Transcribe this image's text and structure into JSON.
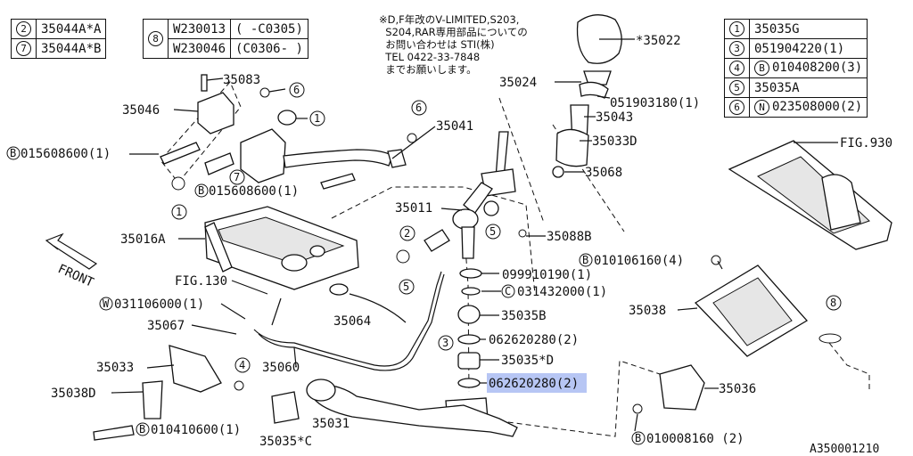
{
  "table_left": {
    "rows": [
      {
        "num": "2",
        "part": "35044A*A"
      },
      {
        "num": "7",
        "part": "35044A*B"
      }
    ]
  },
  "table_mid": {
    "num": "8",
    "rows": [
      {
        "part": "W230013",
        "range": "(   -C0305)"
      },
      {
        "part": "W230046",
        "range": "(C0306-   )"
      }
    ]
  },
  "table_right": {
    "rows": [
      {
        "num": "1",
        "prefix": "",
        "part": "35035G"
      },
      {
        "num": "3",
        "prefix": "",
        "part": "051904220(1)"
      },
      {
        "num": "4",
        "prefix": "B",
        "part": "010408200(3)"
      },
      {
        "num": "5",
        "prefix": "",
        "part": "35035A"
      },
      {
        "num": "6",
        "prefix": "N",
        "part": "023508000(2)"
      }
    ]
  },
  "note": {
    "lines": [
      "※D,F年改のV-LIMITED,S203,",
      "  S204,RAR専用部品についての",
      "  お問い合わせは STI(株)",
      "  TEL 0422-33-7848",
      "  までお願いします。"
    ]
  },
  "front_label": "FRONT",
  "diagram_id": "A350001210",
  "callouts": {
    "c35083": "35083",
    "c35046": "35046",
    "c35041": "35041",
    "c015608600a": "015608600(1)",
    "c015608600b": "015608600(1)",
    "c35011": "35011",
    "c35016A": "35016A",
    "cFIG130": "FIG.130",
    "c031106000": "031106000(1)",
    "c35067": "35067",
    "c35033": "35033",
    "c35038D": "35038D",
    "c010410600": "010410600(1)",
    "c35035C": "35035*C",
    "c35060": "35060",
    "c35031": "35031",
    "c35064": "35064",
    "c35022": "*35022",
    "c35024": "35024",
    "c051903180": "051903180(1)",
    "c35043": "35043",
    "c35033D": "35033D",
    "c35068": "35068",
    "c35088B": "35088B",
    "c099910190": "099910190(1)",
    "c031432000": "031432000(1)",
    "c35035B": "35035B",
    "c062620280a": "062620280(2)",
    "c35035D": "35035*D",
    "c062620280b": "062620280(2)",
    "c010106160": "010106160(4)",
    "c35038": "35038",
    "c35036": "35036",
    "c010008160": "010008160 (2)",
    "cFIG930": "FIG.930"
  },
  "refs": {
    "one": "1",
    "two": "2",
    "three": "3",
    "four": "4",
    "five": "5",
    "six": "6",
    "seven": "7",
    "eight": "8"
  },
  "prefixes": {
    "B": "B",
    "W": "W",
    "C": "C"
  },
  "colors": {
    "highlight": "#9fb3f0",
    "ink": "#111111"
  }
}
